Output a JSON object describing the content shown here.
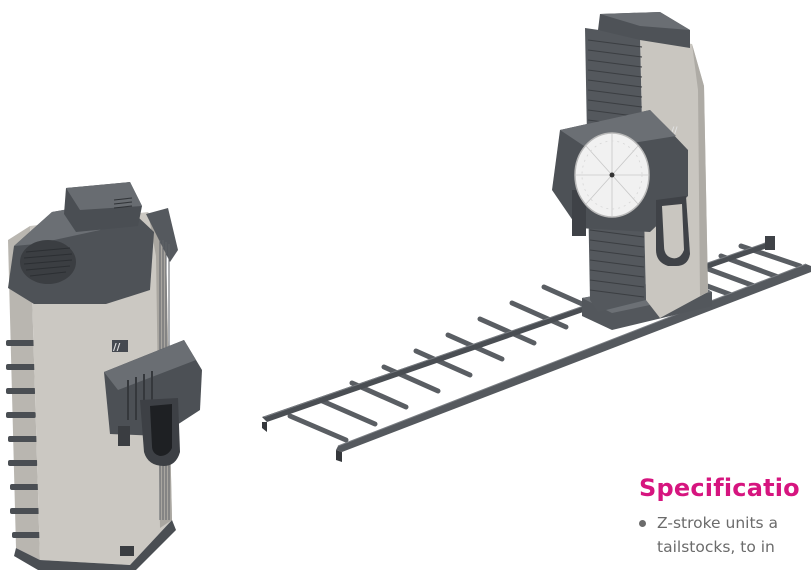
{
  "illustration": {
    "machines": [
      "headstock-positioner",
      "tailstock-positioner",
      "floor-rail-track"
    ],
    "colors": {
      "body": "#c8c5bf",
      "body_shade": "#a6a39d",
      "dark_panel": "#4a4d52",
      "dark_panel_light": "#6a6e74",
      "rail": "#4d5156",
      "faceplate": "#f1f1f1",
      "background": "#ffffff"
    },
    "brand_mark": "//"
  },
  "specifications": {
    "heading": "Specificatio",
    "items": [
      {
        "line1": "Z-stroke units a",
        "line2": "tailstocks, to in"
      }
    ]
  },
  "colors": {
    "heading": "#d6157f",
    "body_text": "#6b6b6b"
  }
}
